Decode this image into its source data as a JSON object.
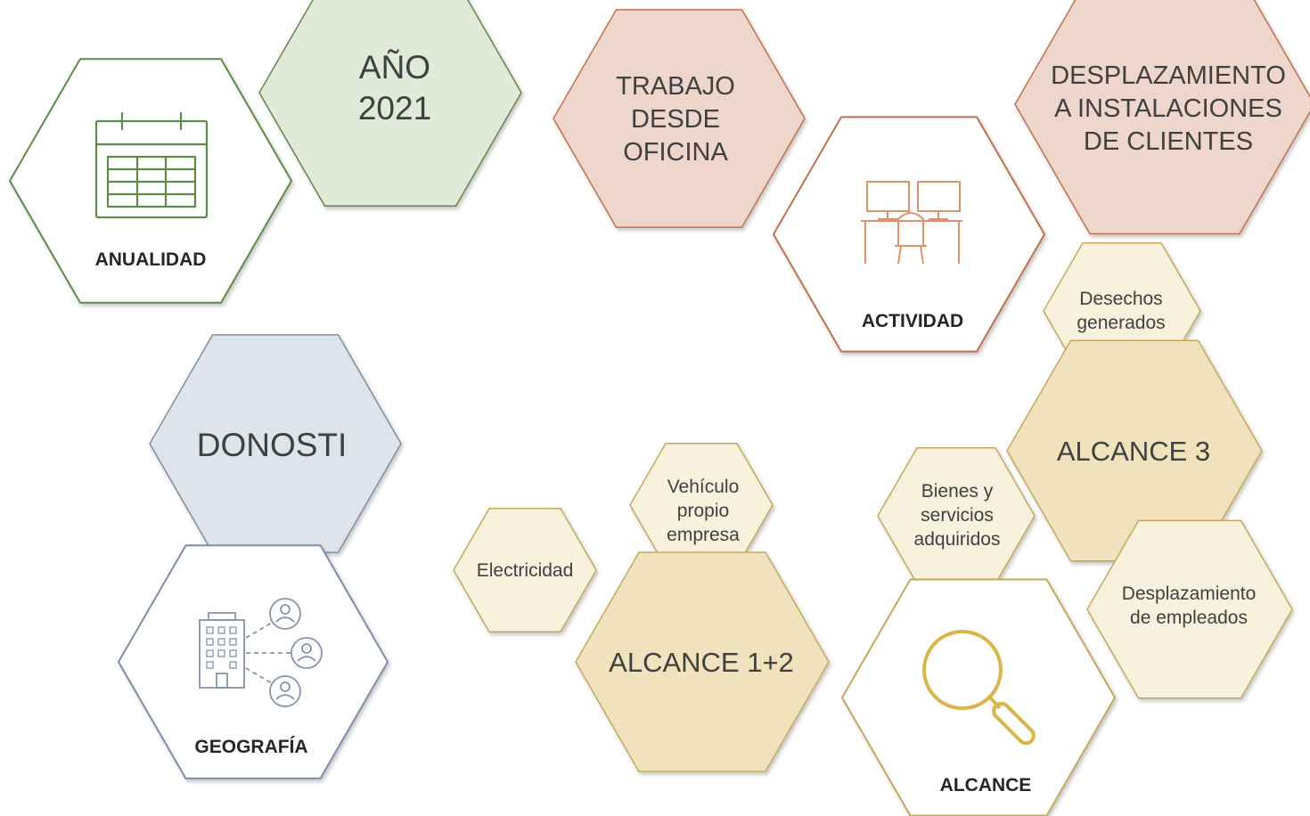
{
  "colors": {
    "green_stroke": "#5f8a4a",
    "green_fill": "#e1ead9",
    "salmon_stroke": "#c2714f",
    "salmon_fill": "#efd6cc",
    "tan_stroke": "#c5a95a",
    "tan_fill": "#efe2bd",
    "tan_light_fill": "#f8f1de",
    "blue_stroke": "#7e8ea8",
    "blue_fill": "#dfe3ea",
    "text": "#404040"
  },
  "anualidad": {
    "label": "ANUALIDAD",
    "icon": "calendar-icon",
    "value_lines": [
      "AÑO",
      "2021"
    ]
  },
  "actividad": {
    "label": "ACTIVIDAD",
    "icon": "office-desks-icon",
    "option1_lines": [
      "TRABAJO",
      "DESDE",
      "OFICINA"
    ],
    "option2_lines": [
      "DESPLAZAMIENTO",
      "A INSTALACIONES",
      "DE CLIENTES"
    ]
  },
  "geografia": {
    "label": "GEOGRAFÍA",
    "icon": "building-network-icon",
    "value": "DONOSTI"
  },
  "alcance": {
    "label": "ALCANCE",
    "icon": "magnifier-icon",
    "alcance12": {
      "label": "ALCANCE 1+2",
      "items": [
        [
          "Electricidad"
        ],
        [
          "Vehículo",
          "propio",
          "empresa"
        ]
      ]
    },
    "alcance3": {
      "label": "ALCANCE 3",
      "items": [
        [
          "Desechos",
          "generados"
        ],
        [
          "Bienes y",
          "servicios",
          "adquiridos"
        ],
        [
          "Desplazamiento",
          "de empleados"
        ]
      ]
    }
  }
}
